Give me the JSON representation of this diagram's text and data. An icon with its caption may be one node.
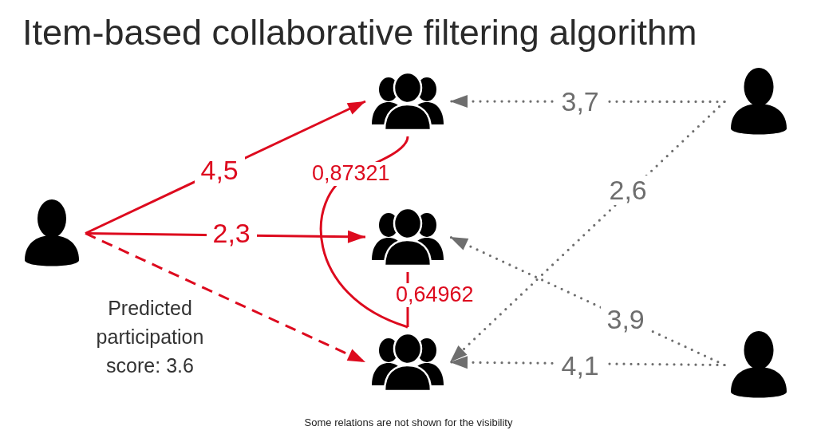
{
  "diagram": {
    "title": "Item-based collaborative filtering algorithm",
    "caption": "Some relations are not shown for the visibility",
    "nodes": [
      {
        "text": [],
        "shape": "person"
      },
      {
        "text": [],
        "shape": "group"
      },
      {
        "text": [],
        "shape": "group"
      },
      {
        "text": [],
        "shape": "group"
      },
      {
        "text": [],
        "shape": "person"
      },
      {
        "text": [],
        "shape": "person"
      }
    ],
    "edges": [
      {
        "from": 0,
        "to": 1,
        "arrow": "to",
        "label": "4,5"
      },
      {
        "from": 0,
        "to": 2,
        "arrow": "to",
        "label": "2,3"
      },
      {
        "from": 0,
        "to": 3,
        "arrow": "to",
        "style": "dashed"
      },
      {
        "from": 4,
        "to": 1,
        "arrow": "to",
        "label": "3,7",
        "style": "dashed",
        "color": "#6e6e6e"
      },
      {
        "from": 4,
        "to": 3,
        "arrow": "to",
        "label": "2,6",
        "style": "dashed",
        "color": "#6e6e6e"
      },
      {
        "from": 5,
        "to": 2,
        "arrow": "to",
        "label": "3,9",
        "style": "dashed",
        "color": "#6e6e6e"
      },
      {
        "from": 5,
        "to": 3,
        "arrow": "to",
        "label": "4,1",
        "style": "dashed",
        "color": "#6e6e6e"
      },
      {
        "from": 1,
        "to": 3,
        "arrow": "none",
        "label": "0,87321"
      },
      {
        "from": 2,
        "to": 3,
        "arrow": "none",
        "label": "0,64962"
      }
    ],
    "labels": [
      "Predicted participation score: 3.6"
    ]
  }
}
